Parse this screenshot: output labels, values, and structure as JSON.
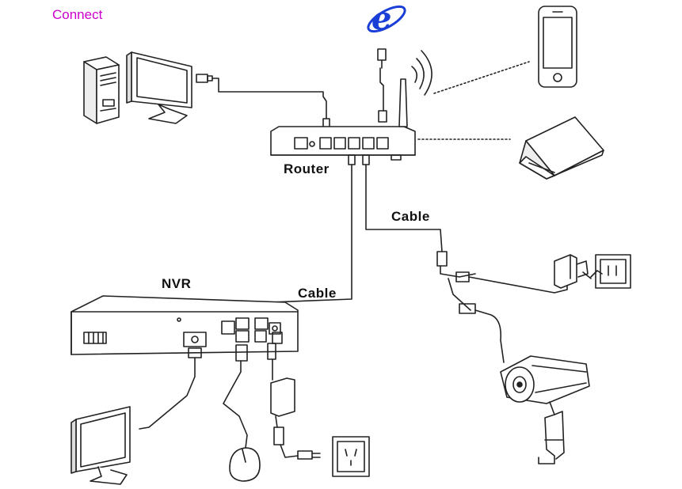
{
  "title": "Connect",
  "labels": {
    "router": "Router",
    "cable_top": "Cable",
    "nvr": "NVR",
    "cable_nvr": "Cable"
  },
  "icons": {
    "internet_explorer_letter": "e"
  },
  "colors": {
    "title": "#cc00cc",
    "ie_logo": "#1a3fd6",
    "line": "#222222"
  }
}
